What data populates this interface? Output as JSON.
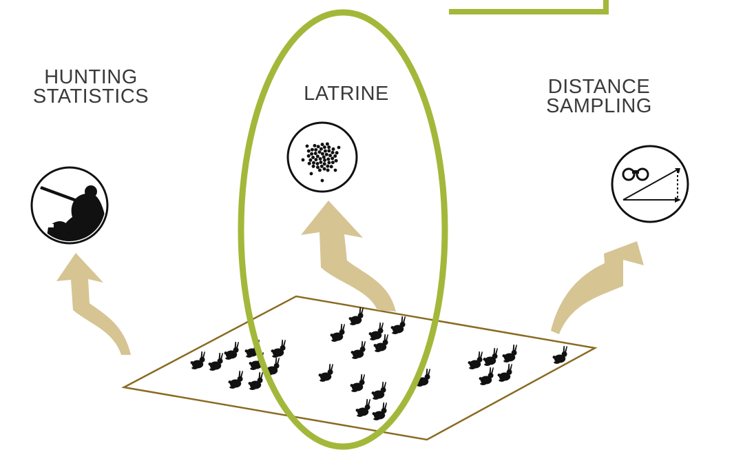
{
  "labels": {
    "hunting": [
      "HUNTING",
      "STATISTICS"
    ],
    "latrine": "LATRINE",
    "distance": [
      "DISTANCE",
      "SAMPLING"
    ]
  },
  "colors": {
    "highlight": "#a3b83a",
    "arrow": "#d6c493",
    "plane_border": "#8a6a22",
    "text": "#3a3a3a",
    "ink": "#111111"
  },
  "icons": [
    "hunter-icon",
    "latrine-pellets-icon",
    "binoculars-icon",
    "rabbit-icon"
  ]
}
